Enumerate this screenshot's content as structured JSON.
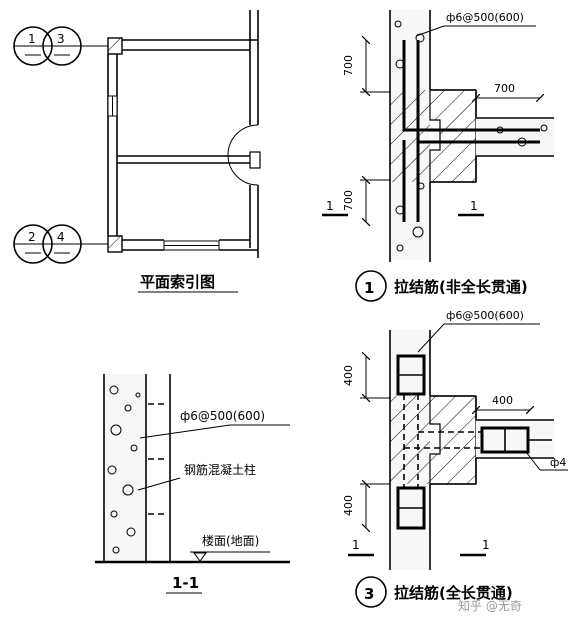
{
  "plan": {
    "markers": [
      {
        "num": "1",
        "sec": "3"
      },
      {
        "num": "2",
        "sec": "4"
      }
    ],
    "caption": "平面索引图"
  },
  "section": {
    "rebar_label": "ф6@500(600)",
    "column_label": "钢筋混凝土柱",
    "floor_label": "楼面(地面)",
    "caption": "1-1"
  },
  "detail1": {
    "rebar_label": "ф6@500(600)",
    "dim_top": "700",
    "dim_bottom": "700",
    "dim_horizontal": "700",
    "cut_left": "1",
    "cut_right": "1",
    "circle_num": "1",
    "caption": "拉结筋(非全长贯通)"
  },
  "detail3": {
    "rebar_label": "ф6@500(600)",
    "dim_top": "400",
    "dim_bottom": "400",
    "dim_horizontal": "400",
    "tie_label": "ф4",
    "cut_left": "1",
    "cut_right": "1",
    "circle_num": "3",
    "caption": "拉结筋(全长贯通)",
    "watermark": "知乎 @无奇"
  }
}
